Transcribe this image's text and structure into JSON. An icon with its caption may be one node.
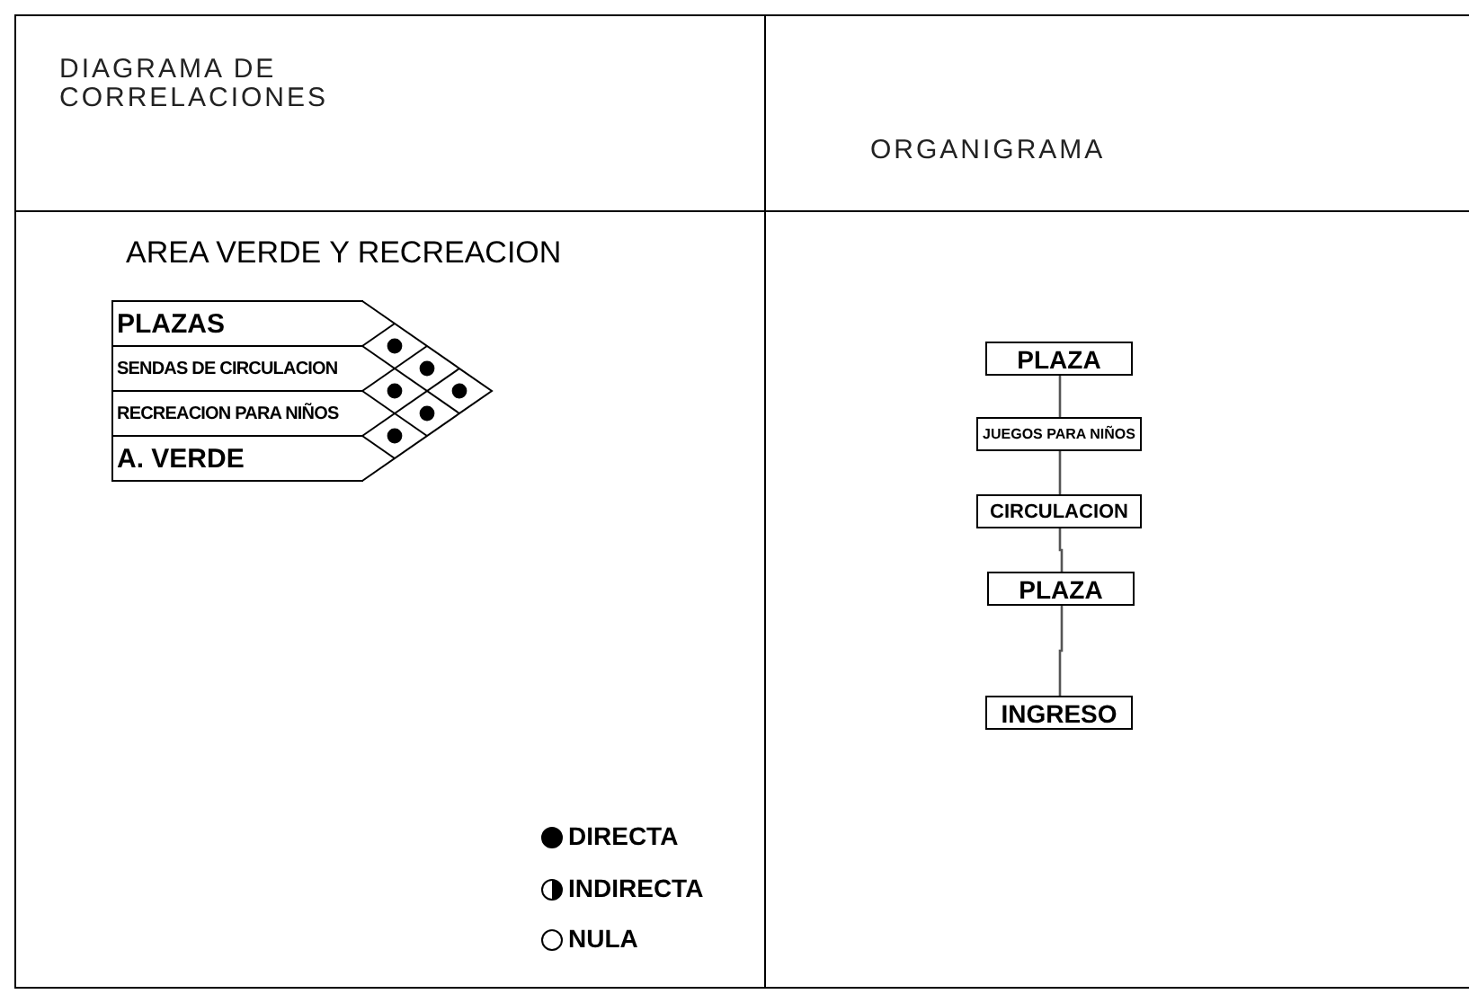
{
  "diagram": {
    "nodes": [
      {
        "text": [
          "PLAZAS"
        ]
      },
      {
        "text": [
          "SENDAS DE CIRCULACION"
        ]
      },
      {
        "text": [
          "RECREACION  PARA NIÑOS"
        ]
      },
      {
        "text": [
          "A. VERDE"
        ]
      },
      {
        "text": [
          "PLAZA"
        ]
      },
      {
        "text": [
          "JUEGOS PARA NIÑOS"
        ]
      },
      {
        "text": [
          "CIRCULACION"
        ]
      },
      {
        "text": [
          "PLAZA"
        ]
      },
      {
        "text": [
          "INGRESO"
        ]
      }
    ],
    "edges": [
      {
        "from": 4,
        "to": 5,
        "arrow": "none"
      },
      {
        "from": 5,
        "to": 6,
        "arrow": "none"
      },
      {
        "from": 6,
        "to": 7,
        "arrow": "none"
      },
      {
        "from": 7,
        "to": 8,
        "arrow": "none"
      }
    ],
    "labels": [
      "DIAGRAMA DE CORRELACIONES",
      "ORGANIGRAMA",
      "AREA VERDE Y RECREACION"
    ],
    "legend": [
      {
        "text": "DIRECTA"
      },
      {
        "text": "INDIRECTA"
      },
      {
        "text": "NULA"
      }
    ]
  }
}
